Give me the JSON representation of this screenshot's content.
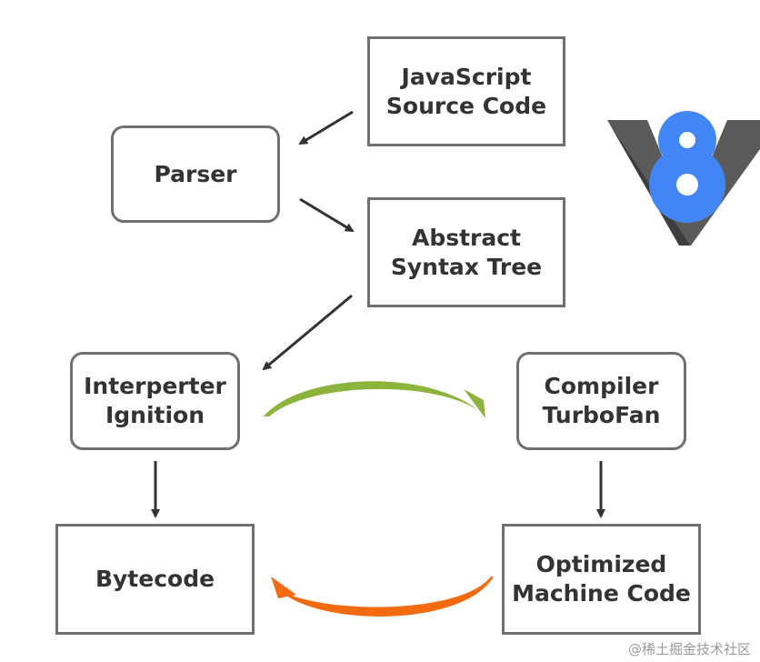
{
  "nodes": {
    "source": {
      "label": "JavaScript\nSource Code"
    },
    "parser": {
      "label": "Parser"
    },
    "ast": {
      "label": "Abstract\nSyntax Tree"
    },
    "interpreter": {
      "label": "Interperter\nIgnition"
    },
    "compiler": {
      "label": "Compiler\nTurboFan"
    },
    "bytecode": {
      "label": "Bytecode"
    },
    "machine": {
      "label": "Optimized\nMachine Code"
    }
  },
  "logo": {
    "icon": "v8-logo-icon",
    "colors": {
      "wings": "#5a5a5a",
      "digit": "#4285f4"
    }
  },
  "colors": {
    "border": "#707070",
    "text": "#333333",
    "arrow": "#333333",
    "optimize_arrow": "#8cb33b",
    "deopt_arrow": "#f26b10"
  },
  "watermark": "@稀土掘金技术社区"
}
